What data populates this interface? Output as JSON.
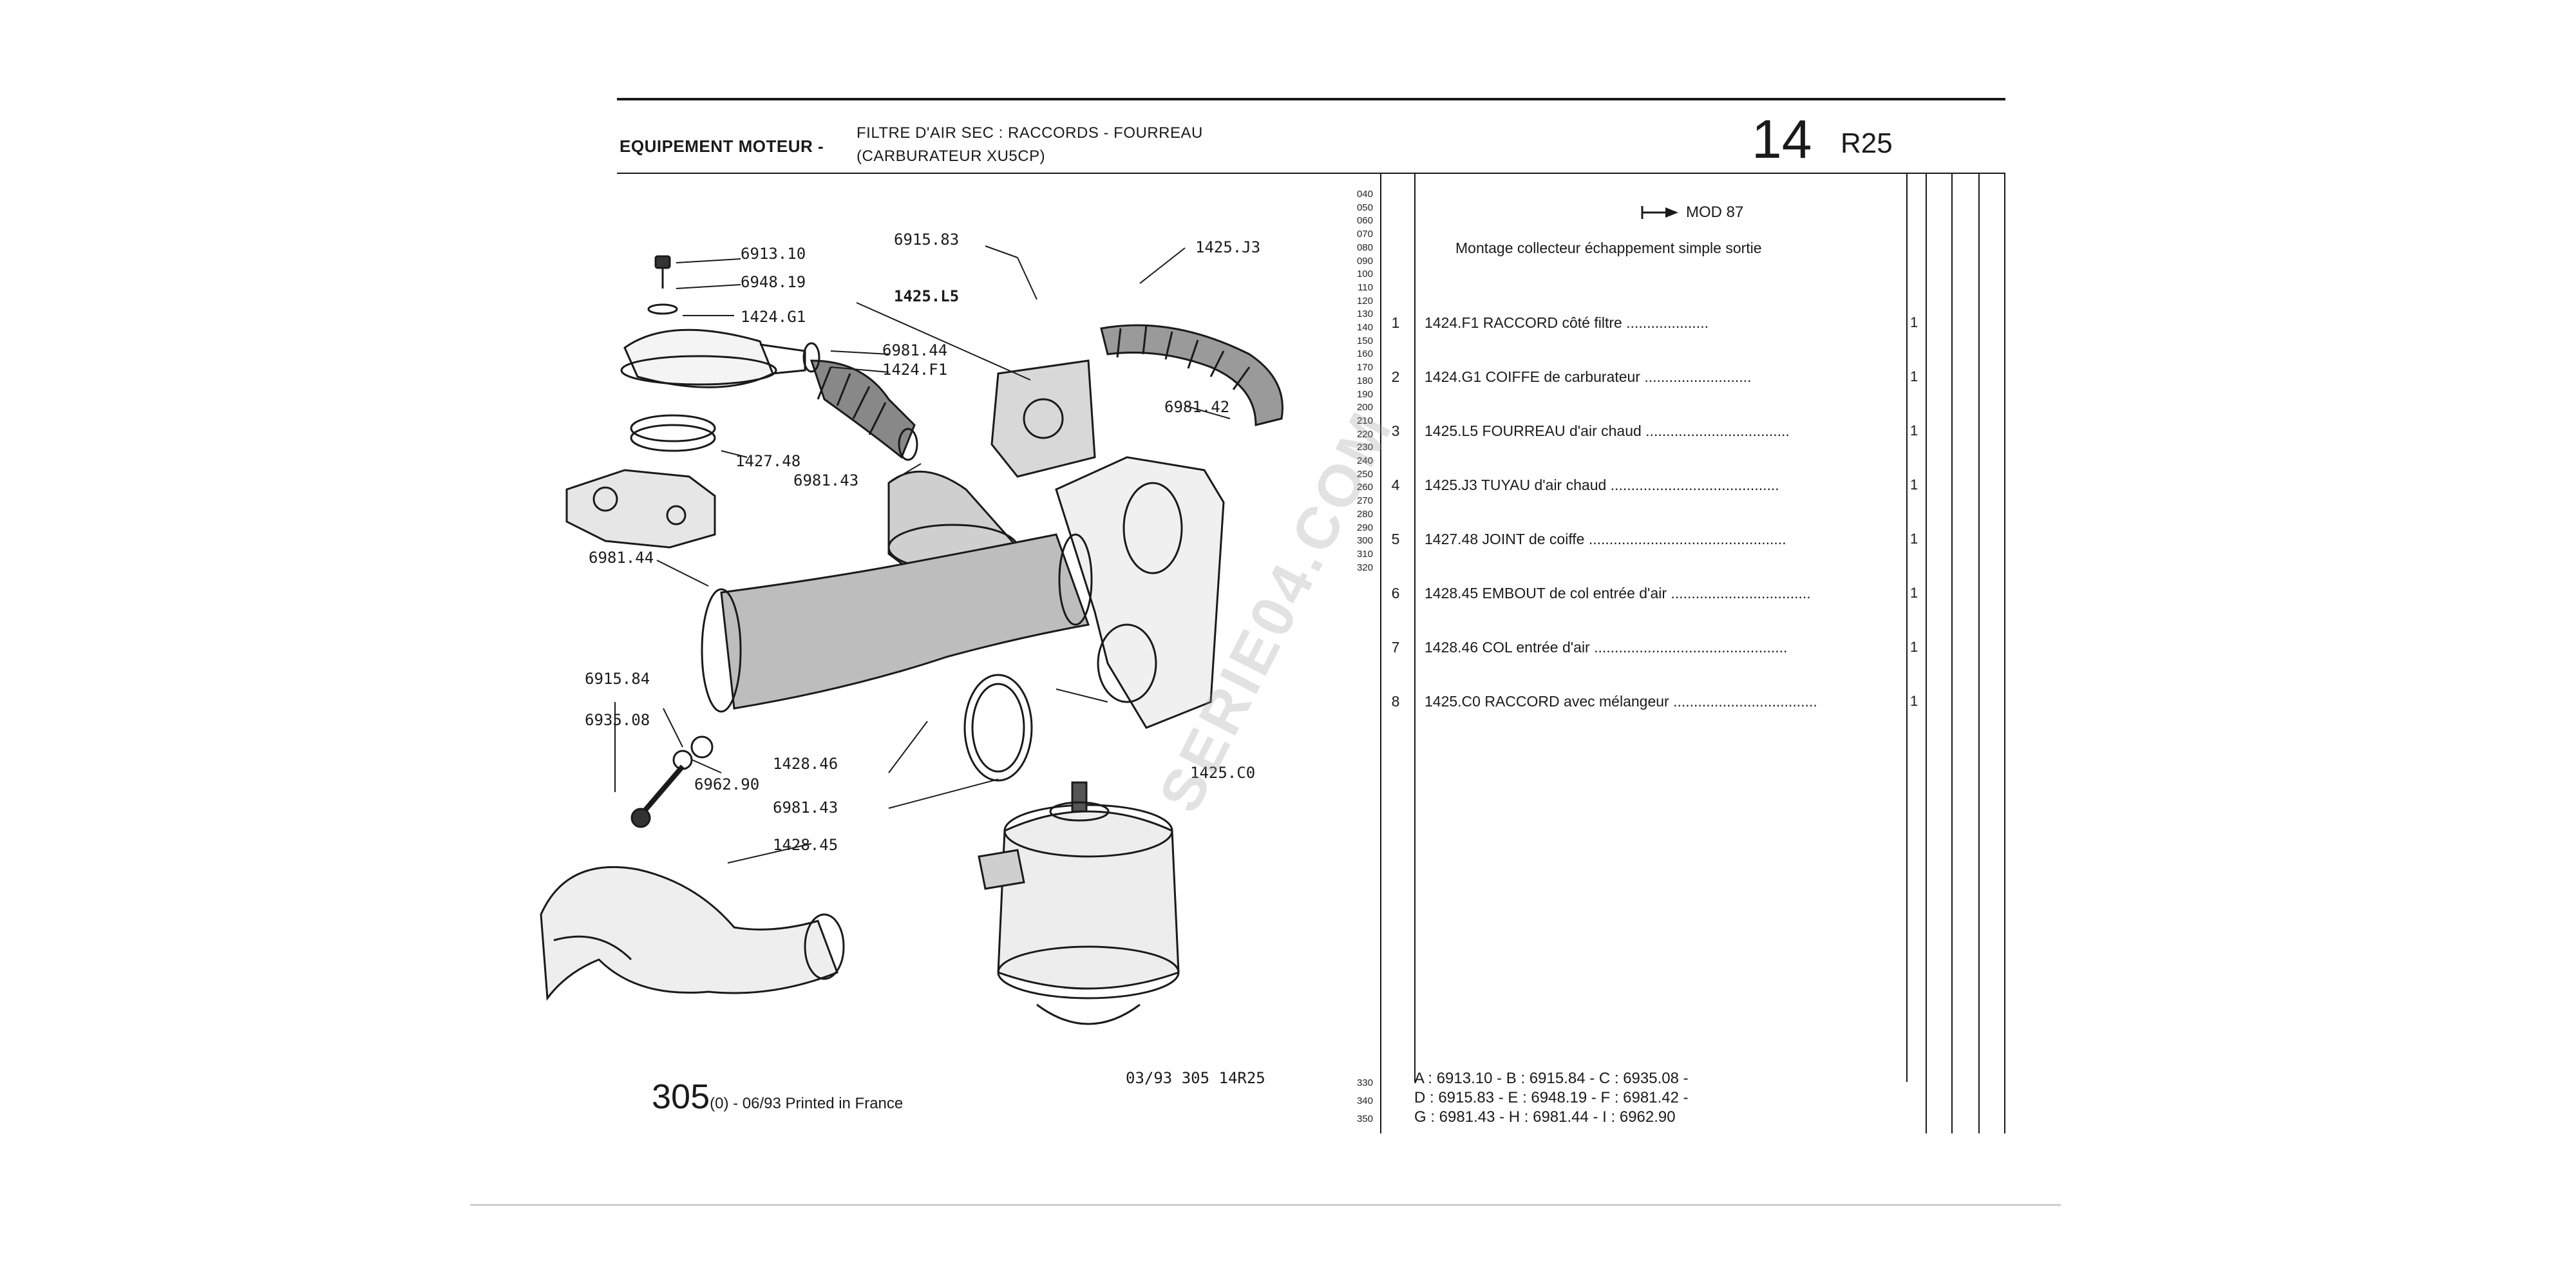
{
  "header": {
    "section": "EQUIPEMENT MOTEUR -",
    "subtitle_line1": "FILTRE D'AIR SEC : RACCORDS - FOURREAU",
    "subtitle_line2": "(CARBURATEUR XU5CP)",
    "group_number": "14",
    "model_code": "R25"
  },
  "applicability": {
    "arrow_icon": "arrow-right-icon",
    "label": "MOD 87",
    "description": "Montage collecteur échappement simple sortie"
  },
  "code_column": [
    "040",
    "050",
    "060",
    "070",
    "080",
    "090",
    "100",
    "110",
    "120",
    "130",
    "140",
    "150",
    "160",
    "170",
    "180",
    "190",
    "200",
    "210",
    "220",
    "230",
    "240",
    "250",
    "260",
    "270",
    "280",
    "290",
    "300",
    "310",
    "320"
  ],
  "code_column_bottom": [
    "330",
    "340",
    "350"
  ],
  "parts": [
    {
      "num": "1",
      "ref": "1424.F1",
      "desc": "RACCORD côté filtre",
      "qty": "1"
    },
    {
      "num": "2",
      "ref": "1424.G1",
      "desc": "COIFFE de carburateur",
      "qty": "1"
    },
    {
      "num": "3",
      "ref": "1425.L5",
      "desc": "FOURREAU d'air chaud",
      "qty": "1"
    },
    {
      "num": "4",
      "ref": "1425.J3",
      "desc": "TUYAU d'air chaud",
      "qty": "1"
    },
    {
      "num": "5",
      "ref": "1427.48",
      "desc": "JOINT de coiffe",
      "qty": "1"
    },
    {
      "num": "6",
      "ref": "1428.45",
      "desc": "EMBOUT de col entrée d'air",
      "qty": "1"
    },
    {
      "num": "7",
      "ref": "1428.46",
      "desc": "COL entrée d'air",
      "qty": "1"
    },
    {
      "num": "8",
      "ref": "1425.C0",
      "desc": "RACCORD avec mélangeur",
      "qty": "1"
    }
  ],
  "legend": [
    "A : 6913.10 - B : 6915.84 - C : 6935.08 -",
    "D : 6915.83 - E : 6948.19 - F : 6981.42 -",
    "G : 6981.43 - H : 6981.44 - I : 6962.90"
  ],
  "diagram_labels": {
    "l_6913_10": "6913.10",
    "l_6948_19": "6948.19",
    "l_1424_g1": "1424.G1",
    "l_6915_83": "6915.83",
    "l_1425_l5": "1425.L5",
    "l_1425_j3": "1425.J3",
    "l_6981_44a": "6981.44",
    "l_1424_f1": "1424.F1",
    "l_6981_42": "6981.42",
    "l_1427_48": "1427.48",
    "l_6981_43a": "6981.43",
    "l_6981_44b": "6981.44",
    "l_6915_84": "6915.84",
    "l_6935_08": "6935.08",
    "l_6962_90": "6962.90",
    "l_1428_46": "1428.46",
    "l_6981_43b": "6981.43",
    "l_1425_c0": "1425.C0",
    "l_1428_45": "1428.45"
  },
  "diagram_ref": "03/93 305 14R25",
  "footer": {
    "page": "305",
    "suffix": "(0) - 06/93 Printed in France"
  },
  "watermark": "SERIE04.COM"
}
